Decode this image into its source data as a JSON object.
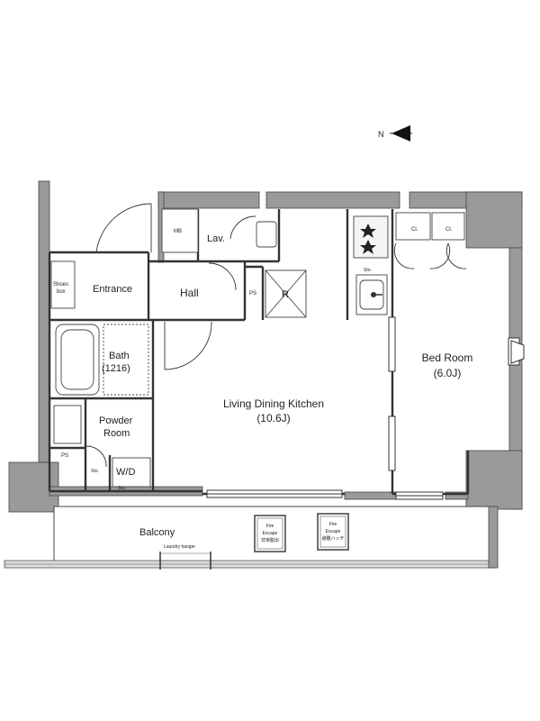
{
  "compass": {
    "label": "N"
  },
  "rooms": {
    "entrance": "Entrance",
    "hall": "Hall",
    "lav": "Lav.",
    "mb": "MB",
    "ps_hall": "PS",
    "r": "R",
    "bath": {
      "name": "Bath",
      "size": "(1216)"
    },
    "powder": {
      "line1": "Powder",
      "line2": "Room"
    },
    "wd": "W/D",
    "ps_powder": "PS",
    "ldk": {
      "name": "Living Dining Kitchen",
      "size": "(10.6J)"
    },
    "bed": {
      "name": "Bed Room",
      "size": "(6.0J)"
    },
    "balcony": "Balcony",
    "laundry": "Laundry hanger"
  },
  "storage": {
    "shoe_line1": "Shoes",
    "shoe_line2": "box",
    "cl_1": "Cl.",
    "cl_2": "Cl.",
    "sto_kitchen": "Sto.",
    "sto_powder_1": "Sto.",
    "sto_powder_2": "Sto."
  },
  "escapes": [
    {
      "line1": "Fire",
      "line2": "Escape",
      "line3": "非常脱出"
    },
    {
      "line1": "Fire",
      "line2": "Escape",
      "line3": "避難ハッチ"
    }
  ]
}
